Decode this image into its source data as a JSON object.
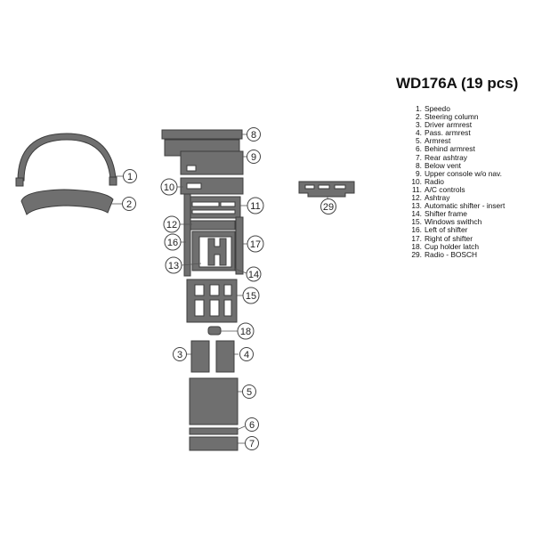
{
  "kit": {
    "title": "WD176A (19 pcs)"
  },
  "legend": [
    {
      "num": "1.",
      "label": "Speedo"
    },
    {
      "num": "2.",
      "label": "Steering column"
    },
    {
      "num": "3.",
      "label": "Driver armrest"
    },
    {
      "num": "4.",
      "label": "Pass. armrest"
    },
    {
      "num": "5.",
      "label": "Armrest"
    },
    {
      "num": "6.",
      "label": "Behind armrest"
    },
    {
      "num": "7.",
      "label": "Rear ashtray"
    },
    {
      "num": "8.",
      "label": "Below vent"
    },
    {
      "num": "9.",
      "label": "Upper console w/o nav."
    },
    {
      "num": "10.",
      "label": "Radio"
    },
    {
      "num": "11.",
      "label": "A/C controls"
    },
    {
      "num": "12.",
      "label": "Ashtray"
    },
    {
      "num": "13.",
      "label": "Automatic shifter - insert"
    },
    {
      "num": "14.",
      "label": "Shifter frame"
    },
    {
      "num": "15.",
      "label": "Windows swithch"
    },
    {
      "num": "16.",
      "label": "Left of shifter"
    },
    {
      "num": "17.",
      "label": "Right of shifter"
    },
    {
      "num": "18.",
      "label": "Cup holder latch"
    },
    {
      "num": "29.",
      "label": "Radio - BOSCH"
    }
  ],
  "callouts": {
    "c1": "1",
    "c2": "2",
    "c3": "3",
    "c4": "4",
    "c5": "5",
    "c6": "6",
    "c7": "7",
    "c8": "8",
    "c9": "9",
    "c10": "10",
    "c11": "11",
    "c12": "12",
    "c13": "13",
    "c14": "14",
    "c15": "15",
    "c16": "16",
    "c17": "17",
    "c18": "18",
    "c29": "29"
  },
  "colors": {
    "part_fill": "#6f6f6f",
    "part_stroke": "#3d3d3d",
    "background": "#ffffff"
  }
}
